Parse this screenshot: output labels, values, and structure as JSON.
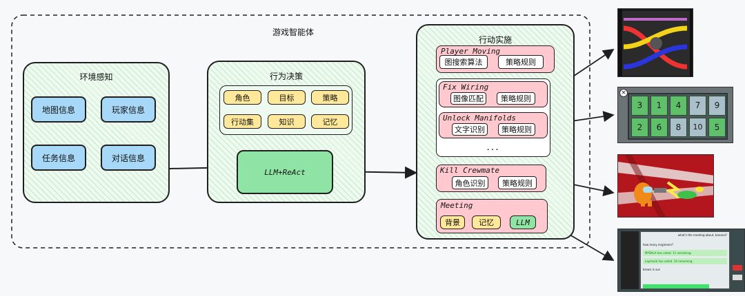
{
  "agent": {
    "title": "游戏智能体",
    "perception": {
      "title": "环境感知",
      "items": [
        "地图信息",
        "玩家信息",
        "任务信息",
        "对话信息"
      ]
    },
    "decision": {
      "title": "行为决策",
      "items": [
        "角色",
        "目标",
        "策略",
        "行动集",
        "知识",
        "记忆"
      ],
      "core": "LLM+ReAct"
    },
    "action": {
      "title": "行动实施",
      "groups": [
        {
          "name": "Player Moving",
          "steps": [
            "图搜索算法",
            "策略规则"
          ]
        },
        {
          "name": "Fix Wiring",
          "steps": [
            "图像匹配",
            "策略规则"
          ]
        },
        {
          "name": "Unlock Manifolds",
          "steps": [
            "文字识别",
            "策略规则"
          ]
        },
        {
          "name": "Kill Crewmate",
          "steps": [
            "角色识别",
            "策略规则"
          ]
        },
        {
          "name": "Meeting",
          "steps": [
            "背景",
            "记忆",
            "LLM"
          ]
        }
      ],
      "ellipsis": "..."
    }
  },
  "screens": {
    "manifold_numbers": [
      "3",
      "1",
      "4",
      "7",
      "9",
      "2",
      "6",
      "8",
      "10",
      "5"
    ],
    "chat_snippets": [
      "what's the meeting about, banana?",
      "how many engineers?",
      "MYSHLA has voted. 11 remaining.",
      "Laymonk has voted. 10 remaining.",
      "brown is sus"
    ]
  },
  "colors": {
    "blue": "#a7d8f7",
    "yellow": "#ffe89a",
    "pink": "#ffc9cf",
    "green": "#8fe3a4"
  }
}
